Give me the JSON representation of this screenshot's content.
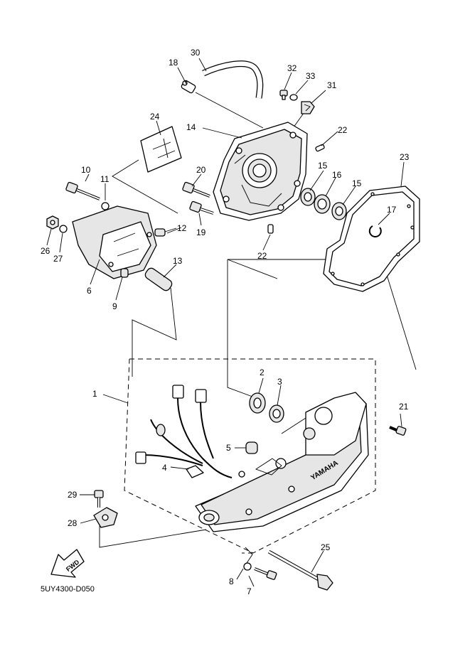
{
  "diagram": {
    "code": "5UY4300-D050",
    "brand_text": "YAMAHA",
    "fwd_label": "FWD",
    "callouts": [
      "1",
      "2",
      "3",
      "4",
      "5",
      "6",
      "7",
      "8",
      "9",
      "10",
      "11",
      "12",
      "13",
      "14",
      "15",
      "15",
      "16",
      "17",
      "18",
      "19",
      "20",
      "21",
      "22",
      "22",
      "23",
      "24",
      "25",
      "26",
      "27",
      "28",
      "29",
      "30",
      "31",
      "32",
      "33"
    ]
  }
}
